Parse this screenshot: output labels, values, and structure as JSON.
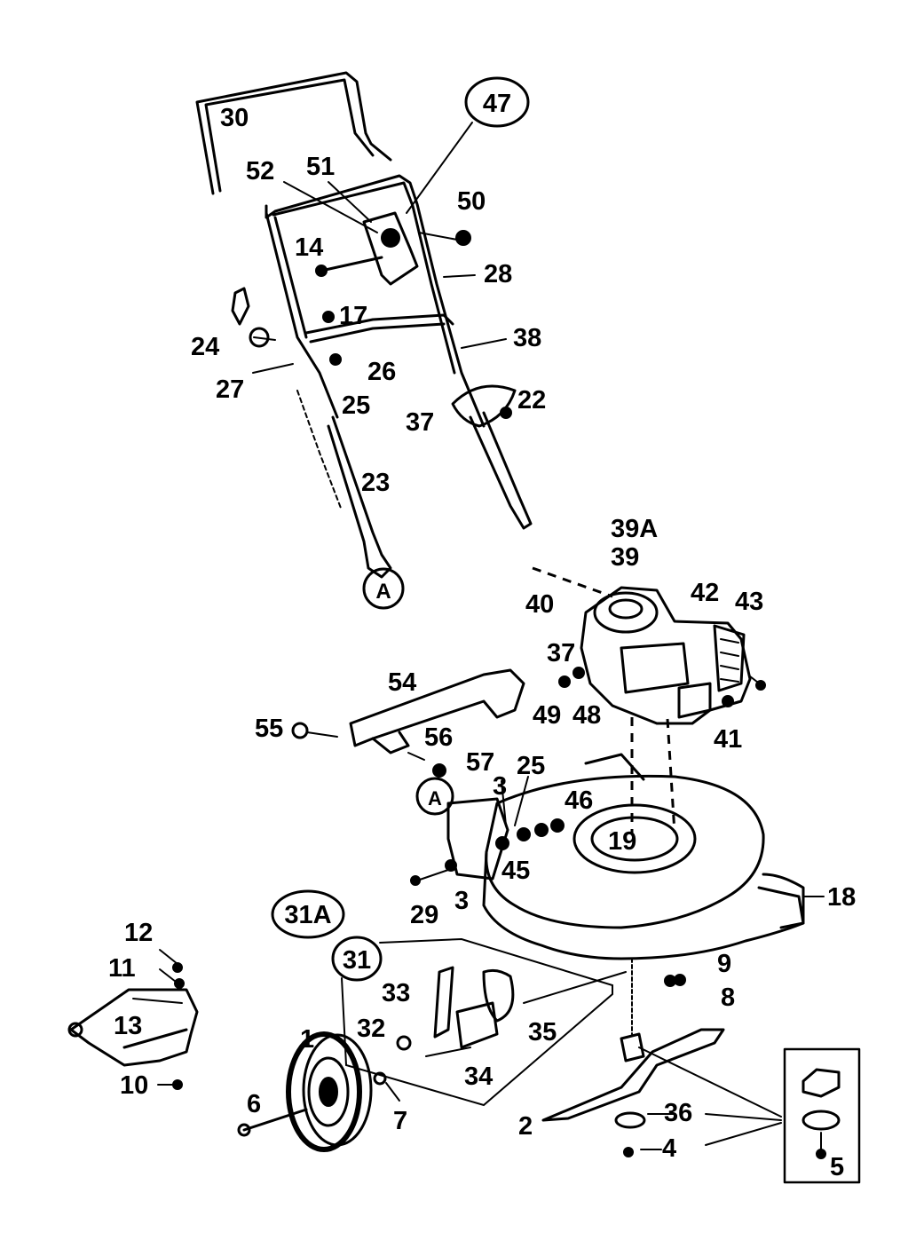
{
  "callouts": {
    "c47": "47",
    "c31A": "31A",
    "c31": "31",
    "cA_top": "A",
    "cA_mid": "A"
  },
  "labels": {
    "l30": "30",
    "l52": "52",
    "l51": "51",
    "l50": "50",
    "l14": "14",
    "l28": "28",
    "l17": "17",
    "l24": "24",
    "l38": "38",
    "l26": "26",
    "l27": "27",
    "l25a": "25",
    "l22": "22",
    "l37a": "37",
    "l23": "23",
    "l39A": "39A",
    "l39": "39",
    "l40": "40",
    "l42": "42",
    "l43": "43",
    "l37b": "37",
    "l49": "49",
    "l48": "48",
    "l41": "41",
    "l54": "54",
    "l55": "55",
    "l56": "56",
    "l57": "57",
    "l25b": "25",
    "l3a": "3",
    "l46": "46",
    "l19": "19",
    "l45": "45",
    "l29": "29",
    "l3b": "3",
    "l18": "18",
    "l12": "12",
    "l11": "11",
    "l13": "13",
    "l10": "10",
    "l33": "33",
    "l32": "32",
    "l35": "35",
    "l34": "34",
    "l9": "9",
    "l8": "8",
    "l1": "1",
    "l6": "6",
    "l7": "7",
    "l2": "2",
    "l36": "36",
    "l4": "4",
    "l5": "5"
  }
}
